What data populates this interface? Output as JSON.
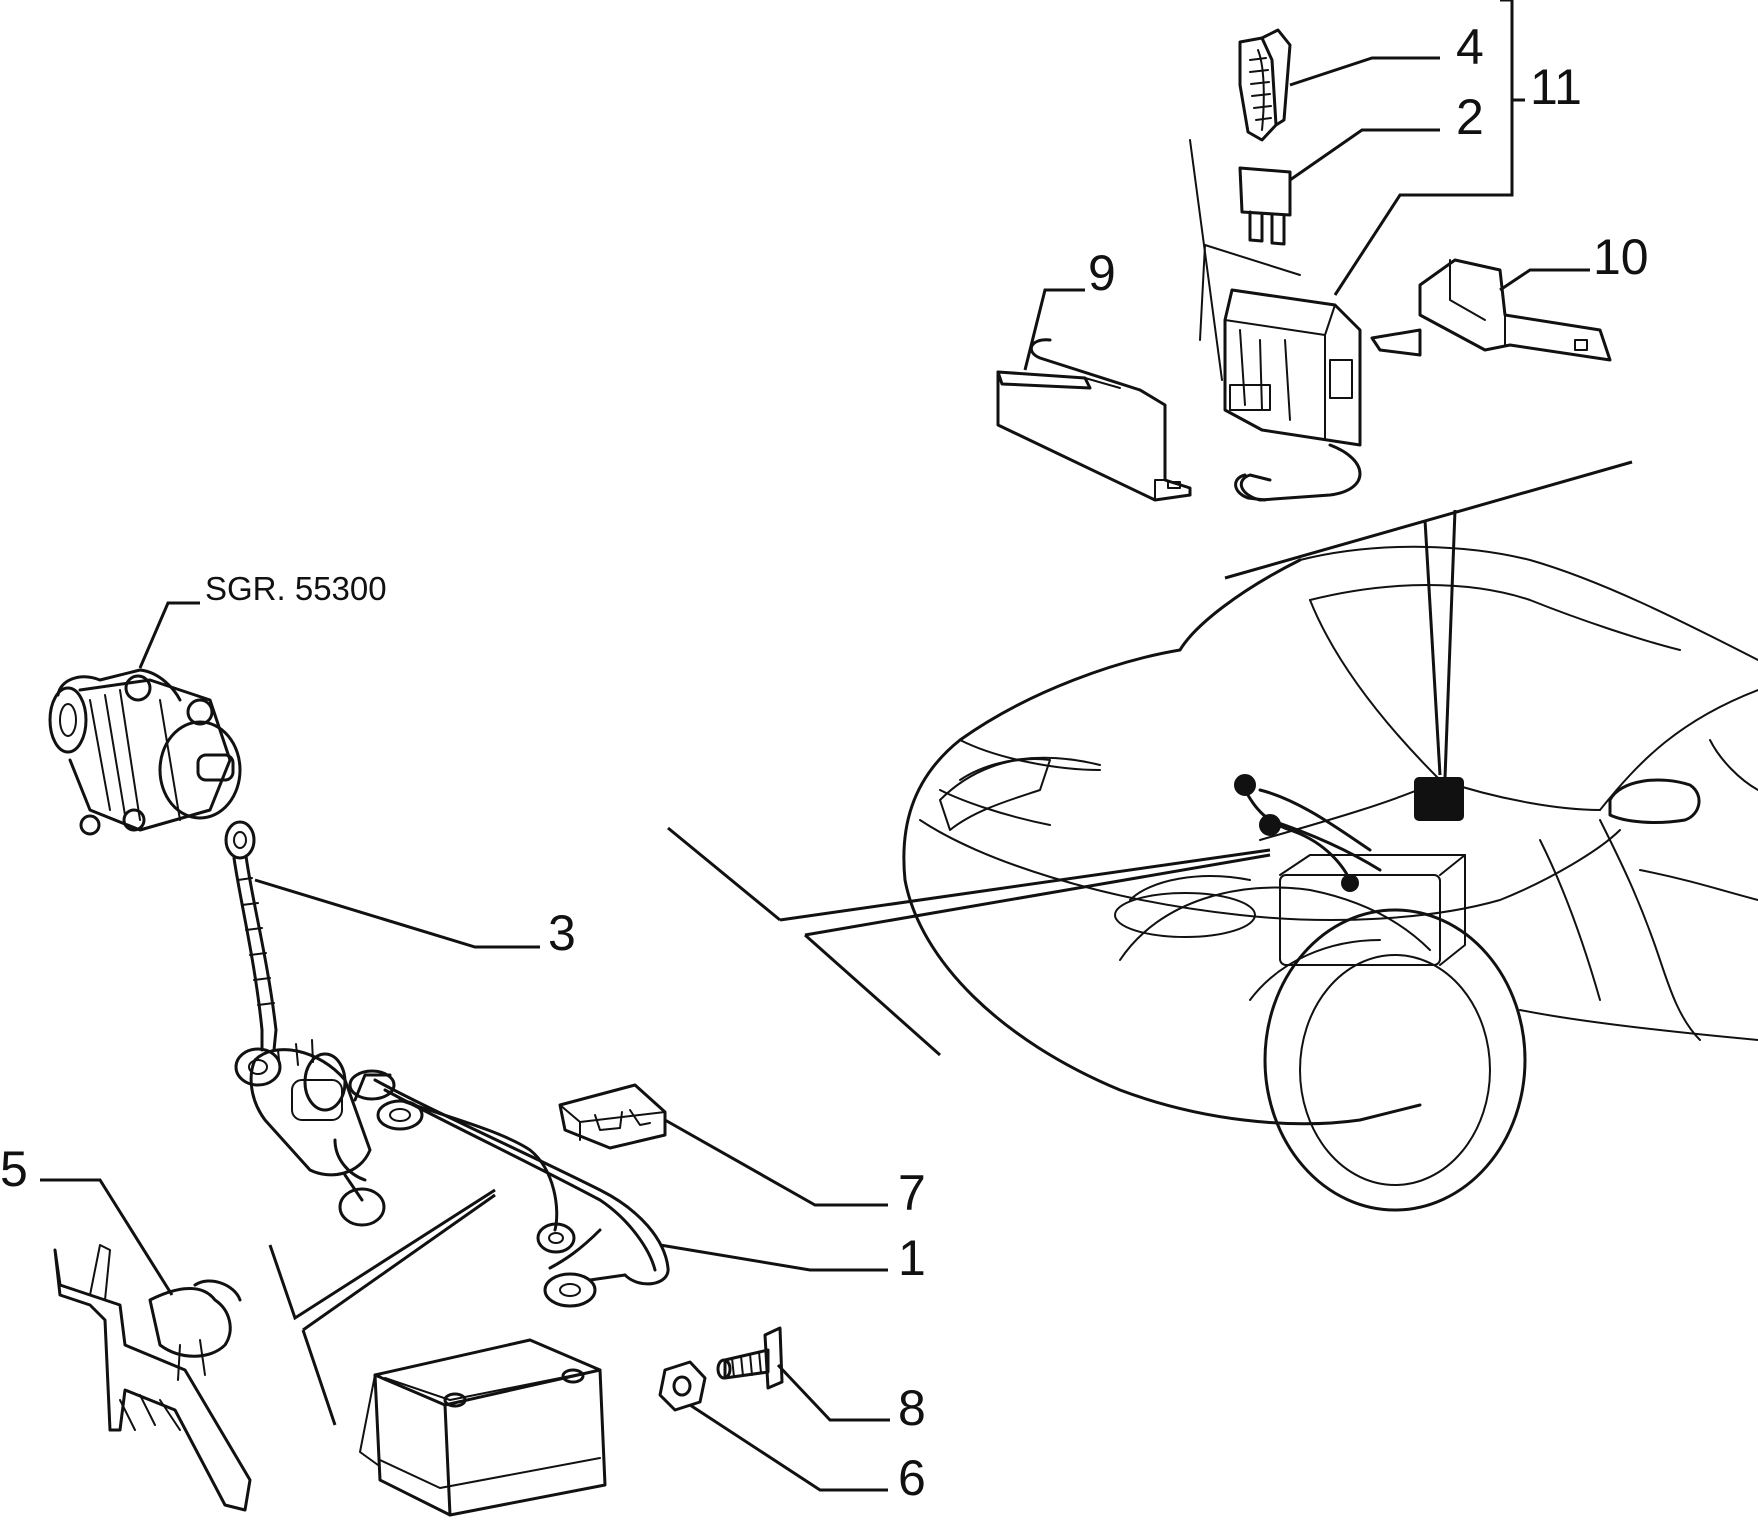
{
  "callouts": {
    "c1": "1",
    "c2": "2",
    "c3": "3",
    "c4": "4",
    "c5": "5",
    "c6": "6",
    "c7": "7",
    "c8": "8",
    "c9": "9",
    "c10": "10",
    "c11": "11"
  },
  "reference": "SGR. 55300"
}
